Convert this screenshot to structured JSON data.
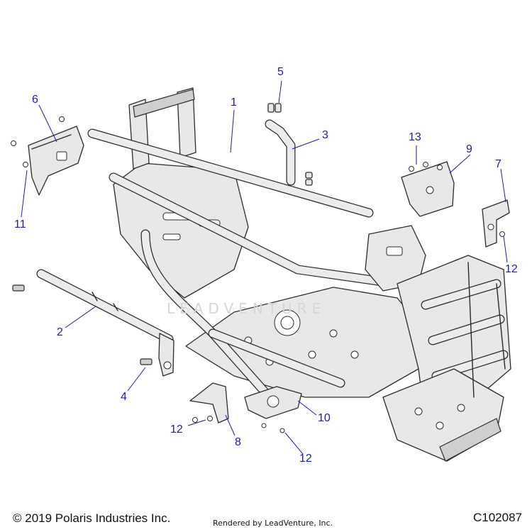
{
  "callouts": [
    {
      "id": "c1",
      "label": "1"
    },
    {
      "id": "c2",
      "label": "2"
    },
    {
      "id": "c3",
      "label": "3"
    },
    {
      "id": "c4",
      "label": "4"
    },
    {
      "id": "c5",
      "label": "5"
    },
    {
      "id": "c6",
      "label": "6"
    },
    {
      "id": "c7",
      "label": "7"
    },
    {
      "id": "c8",
      "label": "8"
    },
    {
      "id": "c9",
      "label": "9"
    },
    {
      "id": "c10",
      "label": "10"
    },
    {
      "id": "c11",
      "label": "11"
    },
    {
      "id": "c12a",
      "label": "12"
    },
    {
      "id": "c12b",
      "label": "12"
    },
    {
      "id": "c12c",
      "label": "12"
    },
    {
      "id": "c13",
      "label": "13"
    }
  ],
  "footer": {
    "copyright": "© 2019 Polaris Industries Inc.",
    "rendered_by": "Rendered by LeadVenture, Inc.",
    "diagram_code": "C102087"
  },
  "watermark": "LEADVENTURE",
  "colors": {
    "callout": "#1a1ab8",
    "line": "#2b2b2b",
    "part_fill": "#e8e8e8"
  }
}
